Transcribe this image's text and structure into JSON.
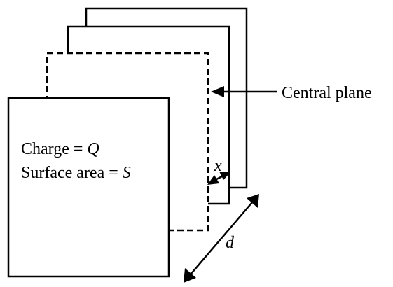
{
  "labels": {
    "central_plane": "Central plane",
    "charge_prefix": "Charge = ",
    "charge_symbol": "Q",
    "area_prefix": "Surface area = ",
    "area_symbol": "S",
    "separation_symbol": "d",
    "offset_symbol": "x"
  },
  "colors": {
    "stroke": "#000000",
    "background": "#ffffff"
  }
}
